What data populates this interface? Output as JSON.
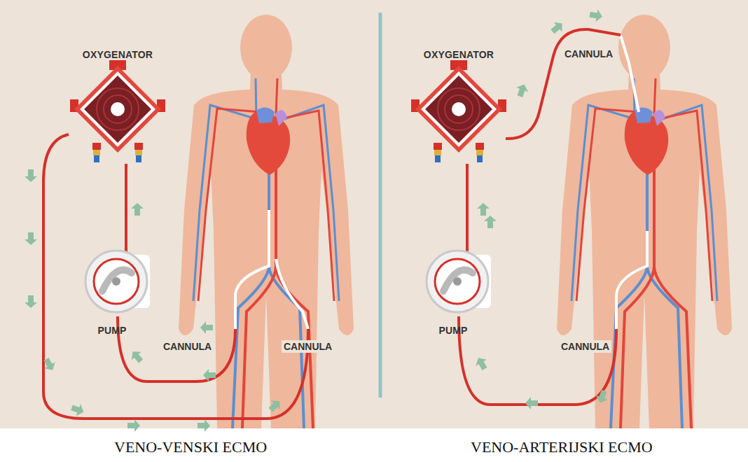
{
  "diagram": {
    "nodes": [
      {
        "text": [
          "OXYGENATOR"
        ]
      },
      {
        "text": [
          "PUMP"
        ]
      },
      {
        "text": [
          "OXYGENATOR"
        ]
      },
      {
        "text": [
          "PUMP"
        ]
      }
    ],
    "edges": [
      {
        "from": 1,
        "to": 0,
        "arrow": "none"
      },
      {
        "from": 3,
        "to": 2,
        "arrow": "none"
      }
    ],
    "labels": [
      "CANNULA",
      "CANNULA",
      "CANNULA",
      "CANNULA",
      "VENO-VENSKI ECMO",
      "VENO-ARTERIJSKI ECMO"
    ]
  }
}
